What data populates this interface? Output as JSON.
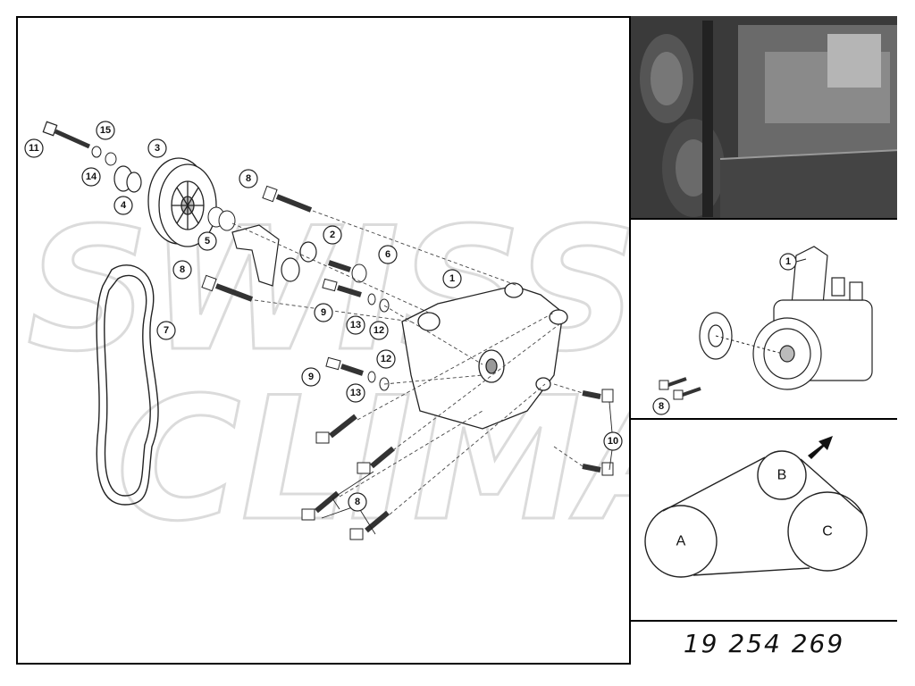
{
  "diagram": {
    "callouts": [
      {
        "id": "c11",
        "label": "11"
      },
      {
        "id": "c15",
        "label": "15"
      },
      {
        "id": "c14",
        "label": "14"
      },
      {
        "id": "c3",
        "label": "3"
      },
      {
        "id": "c4",
        "label": "4"
      },
      {
        "id": "c8a",
        "label": "8"
      },
      {
        "id": "c2",
        "label": "2"
      },
      {
        "id": "c5",
        "label": "5"
      },
      {
        "id": "c6",
        "label": "6"
      },
      {
        "id": "c8b",
        "label": "8"
      },
      {
        "id": "c1",
        "label": "1"
      },
      {
        "id": "c9a",
        "label": "9"
      },
      {
        "id": "c13a",
        "label": "13"
      },
      {
        "id": "c12a",
        "label": "12"
      },
      {
        "id": "c7",
        "label": "7"
      },
      {
        "id": "c9b",
        "label": "9"
      },
      {
        "id": "c12b",
        "label": "12"
      },
      {
        "id": "c13b",
        "label": "13"
      },
      {
        "id": "c10",
        "label": "10"
      },
      {
        "id": "c8c",
        "label": "8"
      }
    ]
  },
  "watermark": {
    "line1": "SWISS",
    "line2": "CLIMA"
  },
  "compressor_panel": {
    "callout_1": "1",
    "callout_8": "8"
  },
  "belt_panel": {
    "pulley_a": "A",
    "pulley_b": "B",
    "pulley_c": "C"
  },
  "part_number": "19 254 269",
  "colors": {
    "border": "#000000",
    "line": "#222222",
    "watermark": "#d8d8d8",
    "photo_bg": "#2b2b2b"
  }
}
